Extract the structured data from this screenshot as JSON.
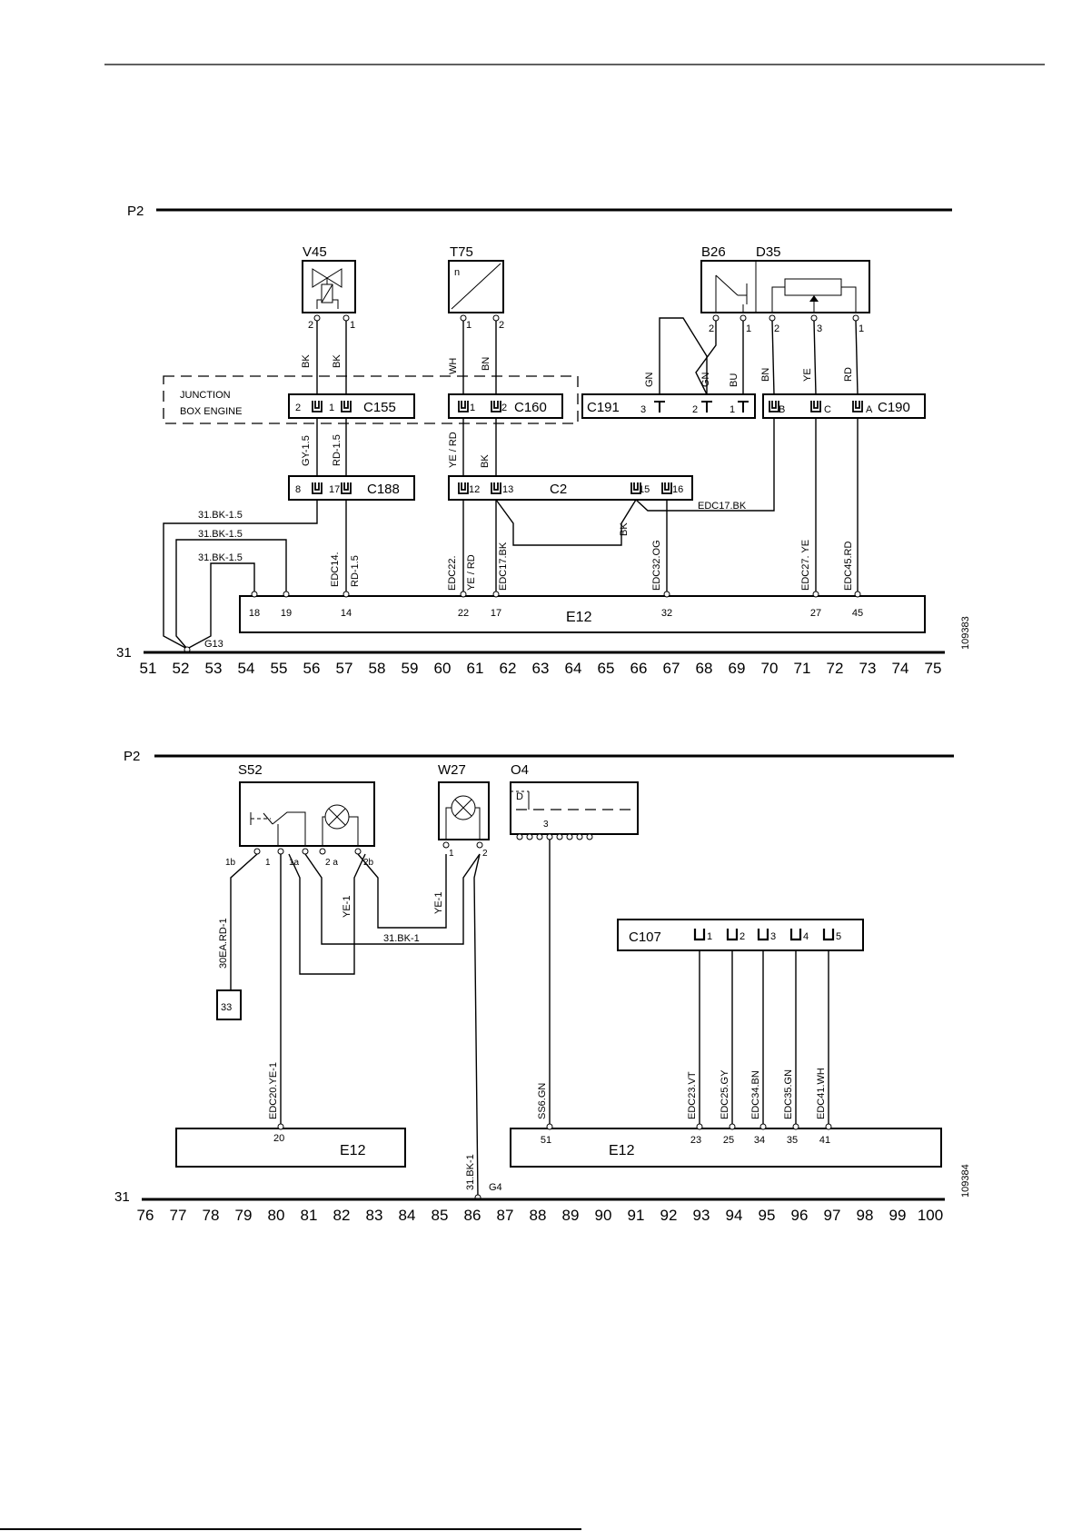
{
  "diagram1": {
    "rail_top": "P2",
    "rail_ground": "31",
    "drawing_number": "109383",
    "v45": {
      "id": "V45",
      "pins": [
        "2",
        "1"
      ],
      "wires": [
        "BK",
        "BK"
      ]
    },
    "t75": {
      "id": "T75",
      "symbol": "n",
      "pins": [
        "1",
        "2"
      ],
      "wires": [
        "WH",
        "BN"
      ]
    },
    "b26": {
      "id": "B26",
      "pins": [
        "2",
        "1"
      ],
      "wires": [
        "GN",
        "BU"
      ]
    },
    "d35": {
      "id": "D35",
      "pins": [
        "2",
        "3",
        "1"
      ],
      "wires": [
        "BN",
        "YE",
        "RD"
      ]
    },
    "junction": {
      "line1": "JUNCTION",
      "line2": "BOX ENGINE"
    },
    "c155": {
      "id": "C155",
      "pins": [
        "2",
        "1"
      ]
    },
    "c160": {
      "id": "C160",
      "pins": [
        "1",
        "2"
      ]
    },
    "c191": {
      "id": "C191",
      "pins": [
        "3",
        "2",
        "1"
      ],
      "wire_in": "GN"
    },
    "c190": {
      "id": "C190",
      "pins": [
        "B",
        "C",
        "A"
      ]
    },
    "c188": {
      "id": "C188",
      "pins": [
        "8",
        "17"
      ],
      "wires": [
        "GY-1.5",
        "RD-1.5"
      ]
    },
    "c2": {
      "id": "C2",
      "pins": [
        "12",
        "13",
        "15",
        "16"
      ],
      "wires": [
        "YE / RD",
        "BK"
      ],
      "cross_wire": "BK"
    },
    "ground_wires": [
      "31.BK-1.5",
      "31.BK-1.5",
      "31.BK-1.5"
    ],
    "ground_point": "G13",
    "ecu_wires": [
      {
        "name": "EDC14.",
        "color": "RD-1.5"
      },
      {
        "name": "EDC22.",
        "color": "YE / RD"
      },
      {
        "name": "EDC17.BK",
        "color": ""
      },
      {
        "name": "EDC32.OG",
        "color": ""
      },
      {
        "name": "EDC27. YE",
        "color": ""
      },
      {
        "name": "EDC45.RD",
        "color": ""
      }
    ],
    "edc17_label": "EDC17.BK",
    "ecu": {
      "id": "E12",
      "pins": [
        "18",
        "19",
        "14",
        "22",
        "17",
        "32",
        "27",
        "45"
      ]
    },
    "scale": [
      "51",
      "52",
      "53",
      "54",
      "55",
      "56",
      "57",
      "58",
      "59",
      "60",
      "61",
      "62",
      "63",
      "64",
      "65",
      "66",
      "67",
      "68",
      "69",
      "70",
      "71",
      "72",
      "73",
      "74",
      "75"
    ]
  },
  "diagram2": {
    "rail_top": "P2",
    "rail_ground": "31",
    "drawing_number": "109384",
    "s52": {
      "id": "S52",
      "pins": [
        "1b",
        "1",
        "1a",
        "2 a",
        "2b"
      ]
    },
    "w27": {
      "id": "W27",
      "pins": [
        "1",
        "2"
      ]
    },
    "o4": {
      "id": "O4",
      "symbol": "D",
      "pin": "3"
    },
    "wires": {
      "s52_1b": "30EA.RD-1",
      "s52_loop": "YE-1",
      "w27_1": "YE-1",
      "ground_link": "31.BK-1",
      "w27_2": "31.BK-1",
      "s52_1": "EDC20.YE-1",
      "o4_3": "SS6.GN"
    },
    "fuse": "33",
    "c107": {
      "id": "C107",
      "pins": [
        "1",
        "2",
        "3",
        "4",
        "5"
      ]
    },
    "c107_wires": [
      "EDC23.VT",
      "EDC25.GY",
      "EDC34.BN",
      "EDC35.GN",
      "EDC41.WH"
    ],
    "ecu_left": {
      "id": "E12",
      "pin": "20"
    },
    "ecu_right": {
      "id": "E12",
      "pins": [
        "51",
        "23",
        "25",
        "34",
        "35",
        "41"
      ]
    },
    "ground_point": "G4",
    "scale": [
      "76",
      "77",
      "78",
      "79",
      "80",
      "81",
      "82",
      "83",
      "84",
      "85",
      "86",
      "87",
      "88",
      "89",
      "90",
      "91",
      "92",
      "93",
      "94",
      "95",
      "96",
      "97",
      "98",
      "99",
      "100"
    ]
  }
}
